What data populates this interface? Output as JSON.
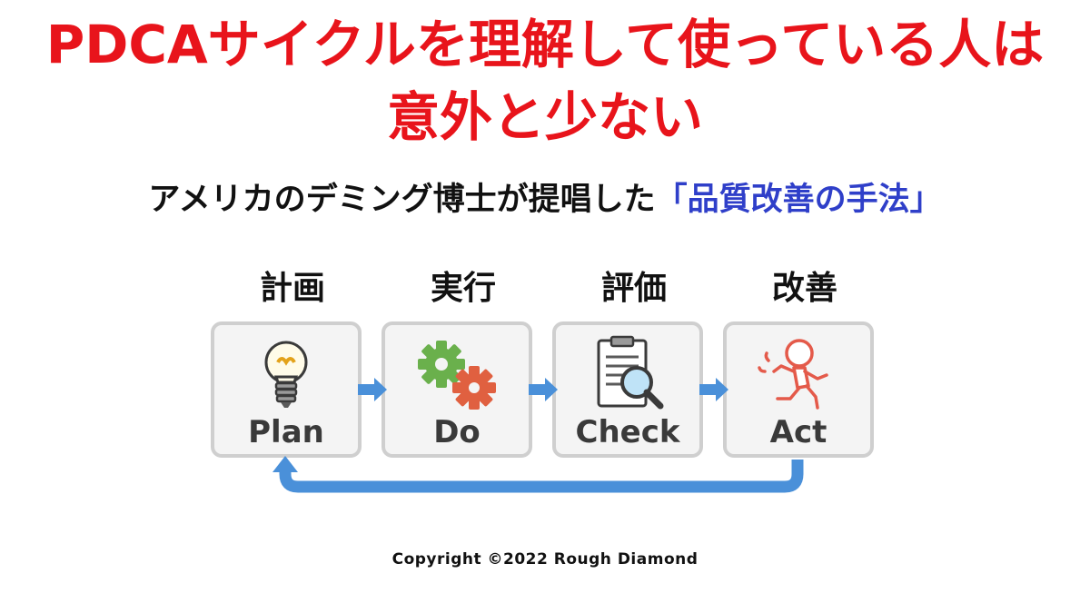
{
  "title": {
    "line1": "PDCAサイクルを理解して使っている人は",
    "line2": "意外と少ない"
  },
  "subtitle": {
    "text": "アメリカのデミング博士が提唱した",
    "highlight": "「品質改善の手法」"
  },
  "stages": [
    {
      "label": "計画",
      "word": "Plan",
      "icon": "light-bulb-icon"
    },
    {
      "label": "実行",
      "word": "Do",
      "icon": "gears-icon"
    },
    {
      "label": "評価",
      "word": "Check",
      "icon": "clipboard-magnifier-icon"
    },
    {
      "label": "改善",
      "word": "Act",
      "icon": "running-person-icon"
    }
  ],
  "colors": {
    "title": "#e8141b",
    "highlight": "#2f3fc9",
    "arrow": "#4a90d9",
    "card_border": "#cfcfcf",
    "card_bg": "#f4f4f4"
  },
  "footer": {
    "copyright": "Copyright ©2022 Rough Diamond"
  }
}
